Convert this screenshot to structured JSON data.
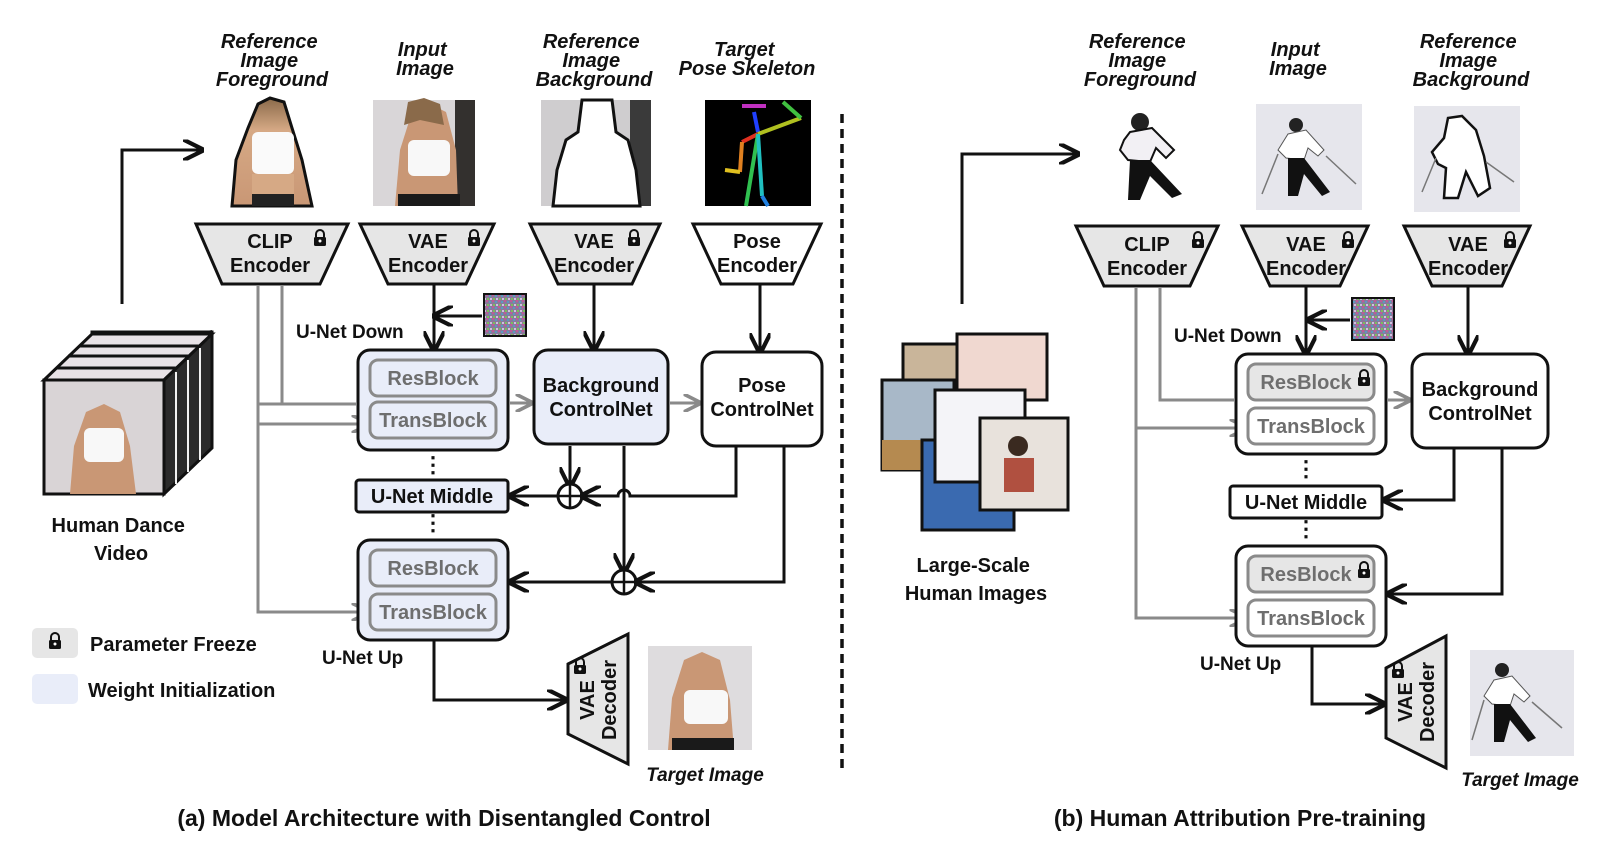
{
  "colors": {
    "frozen_fill": "#e6e6e6",
    "init_fill": "#e9edf9",
    "stroke": "#111111",
    "gray_line": "#8a8a8a",
    "gray_text": "#6e6e6e"
  },
  "panel_a": {
    "caption": "(a) Model Architecture with Disentangled Control",
    "inputs": [
      {
        "title_lines": [
          "Reference",
          "Image",
          "Foreground"
        ],
        "image": "dancer foreground cutout"
      },
      {
        "title_lines": [
          "Input",
          "Image"
        ],
        "image": "dancer input frame"
      },
      {
        "title_lines": [
          "Reference",
          "Image",
          "Background"
        ],
        "image": "background with white silhouette"
      },
      {
        "title_lines": [
          "Target",
          "Pose Skeleton"
        ],
        "image": "pose skeleton on black"
      }
    ],
    "encoders": [
      {
        "lines": [
          "CLIP",
          "Encoder"
        ],
        "frozen": true
      },
      {
        "lines": [
          "VAE",
          "Encoder"
        ],
        "frozen": true
      },
      {
        "lines": [
          "VAE",
          "Encoder"
        ],
        "frozen": true
      },
      {
        "lines": [
          "Pose",
          "Encoder"
        ],
        "frozen": false
      }
    ],
    "video_label": [
      "Human Dance",
      "Video"
    ],
    "unet_down_label": "U-Net Down",
    "unet_middle_label": "U-Net Middle",
    "unet_up_label": "U-Net Up",
    "resblock_label": "ResBlock",
    "transblock_label": "TransBlock",
    "bg_controlnet": [
      "Background",
      "ControlNet"
    ],
    "pose_controlnet": [
      "Pose",
      "ControlNet"
    ],
    "decoder": [
      "VAE",
      "Decoder"
    ],
    "target_label": "Target Image",
    "ellipsis": "⋮"
  },
  "legend": {
    "freeze_label": "Parameter Freeze",
    "init_label": "Weight Initialization",
    "lock_icon": "🔒"
  },
  "panel_b": {
    "caption": "(b) Human Attribution Pre-training",
    "inputs": [
      {
        "title_lines": [
          "Reference",
          "Image",
          "Foreground"
        ],
        "image": "skier foreground cutout"
      },
      {
        "title_lines": [
          "Input",
          "Image"
        ],
        "image": "skier input image"
      },
      {
        "title_lines": [
          "Reference",
          "Image",
          "Background"
        ],
        "image": "snow background with white silhouette"
      }
    ],
    "encoders": [
      {
        "lines": [
          "CLIP",
          "Encoder"
        ],
        "frozen": true
      },
      {
        "lines": [
          "VAE",
          "Encoder"
        ],
        "frozen": true
      },
      {
        "lines": [
          "VAE",
          "Encoder"
        ],
        "frozen": true
      }
    ],
    "images_label": [
      "Large-Scale",
      "Human Images"
    ],
    "unet_down_label": "U-Net Down",
    "unet_middle_label": "U-Net Middle",
    "unet_up_label": "U-Net Up",
    "resblock_label": "ResBlock",
    "transblock_label": "TransBlock",
    "bg_controlnet": [
      "Background",
      "ControlNet"
    ],
    "decoder": [
      "VAE",
      "Decoder"
    ],
    "target_label": "Target Image",
    "ellipsis": "⋮"
  }
}
